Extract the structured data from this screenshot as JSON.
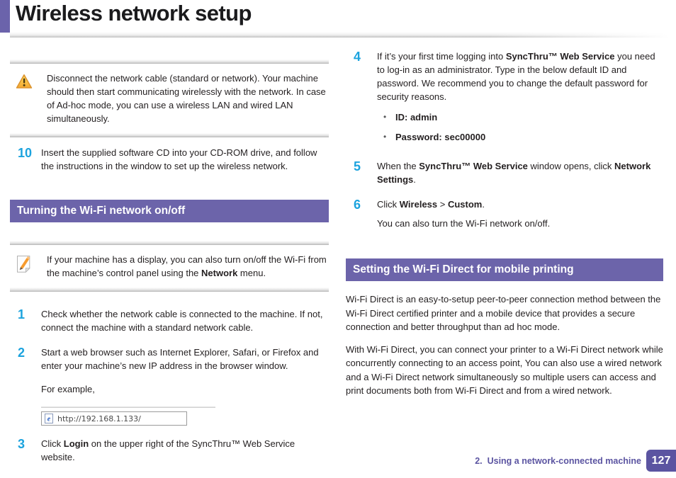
{
  "title": "Wireless network setup",
  "left": {
    "caution": {
      "text": "Disconnect the network cable (standard or network). Your machine should then start communicating wirelessly with the network. In case of Ad-hoc mode, you can use a wireless LAN and wired LAN simultaneously."
    },
    "step10": {
      "num": "10",
      "runs": [
        {
          "t": "Insert the supplied software CD into your CD-ROM drive, and follow the instructions in the window to set up the wireless network.",
          "b": false
        }
      ]
    },
    "section_header": "Turning the Wi-Fi network on/off",
    "note": {
      "runs": [
        {
          "t": "If your machine has a display, you can also turn on/off the Wi-Fi from the machine’s control panel using the ",
          "b": false
        },
        {
          "t": "Network",
          "b": true
        },
        {
          "t": " menu.",
          "b": false
        }
      ]
    },
    "step1": {
      "num": "1",
      "runs": [
        {
          "t": "Check whether the network cable is connected to the machine. If not, connect the machine with a standard network cable.",
          "b": false
        }
      ]
    },
    "step2": {
      "num": "2",
      "runs": [
        {
          "t": "Start a web browser such as Internet Explorer, Safari, or Firefox and enter your machine’s new IP address in the browser window.",
          "b": false
        }
      ],
      "example_label": "For example,",
      "address_url": "http://192.168.1.133/"
    },
    "step3": {
      "num": "3",
      "runs": [
        {
          "t": "Click ",
          "b": false
        },
        {
          "t": "Login",
          "b": true
        },
        {
          "t": " on the upper right of the SyncThru™ Web Service website.",
          "b": false
        }
      ]
    }
  },
  "right": {
    "step4": {
      "num": "4",
      "runs": [
        {
          "t": "If it’s your first time logging into ",
          "b": false
        },
        {
          "t": "SyncThru™ Web Service",
          "b": true
        },
        {
          "t": " you need to log-in as an administrator. Type in the below default ID and password. We recommend you to change the default password for security reasons.",
          "b": false
        }
      ],
      "bullets": [
        "ID: admin",
        "Password: sec00000"
      ],
      "bullet_glyph": "•"
    },
    "step5": {
      "num": "5",
      "runs": [
        {
          "t": "When the ",
          "b": false
        },
        {
          "t": "SyncThru™ Web Service",
          "b": true
        },
        {
          "t": " window opens, click ",
          "b": false
        },
        {
          "t": "Network Settings",
          "b": true
        },
        {
          "t": ".",
          "b": false
        }
      ]
    },
    "step6": {
      "num": "6",
      "runs": [
        {
          "t": "Click ",
          "b": false
        },
        {
          "t": "Wireless",
          "b": true
        },
        {
          "t": " > ",
          "b": false
        },
        {
          "t": "Custom",
          "b": true
        },
        {
          "t": ".",
          "b": false
        }
      ],
      "sub_text": "You can also turn the Wi-Fi network on/off."
    },
    "section_header": "Setting the Wi-Fi Direct for mobile printing",
    "para1": "Wi-Fi Direct is an easy-to-setup peer-to-peer connection method between the Wi-Fi Direct certified printer and a mobile device that provides a secure connection and better throughput than ad hoc mode.",
    "para2": "With Wi-Fi Direct, you can connect your printer to a Wi-Fi Direct network while concurrently connecting to an access point, You can also use a wired network and a Wi-Fi Direct network simultaneously so multiple users can access and print documents both from Wi-Fi Direct and from a wired network."
  },
  "footer": {
    "chapter": "2.  Using a network-connected machine",
    "page_number": "127"
  },
  "colors": {
    "accent_purple": "#6b63ab",
    "section_purple": "#6c64aa",
    "footer_purple": "#5b54a1",
    "step_blue": "#1ca3de"
  }
}
